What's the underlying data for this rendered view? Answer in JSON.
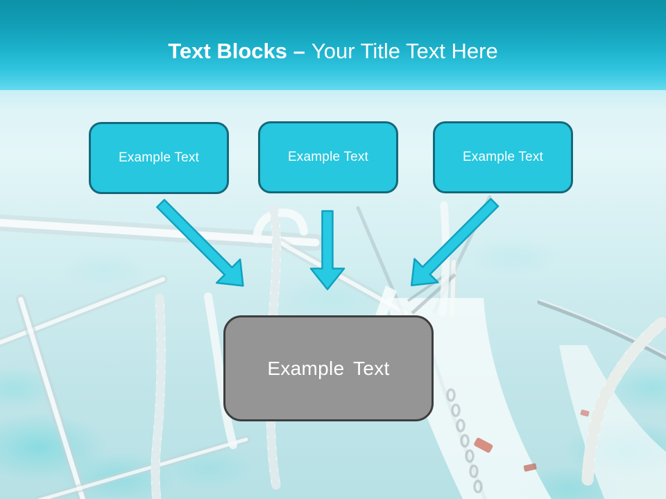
{
  "slide": {
    "title": {
      "bold": "Text Blocks –",
      "regular": "Your Title Text Here"
    },
    "text_blocks": [
      {
        "label": "Example Text"
      },
      {
        "label": "Example Text"
      },
      {
        "label": "Example Text"
      }
    ],
    "result_block": {
      "label": "Example Text"
    },
    "colors": {
      "accent_cyan": "#26c7df",
      "block_border_teal": "#15687a",
      "arrow_fill": "#28c9e2",
      "arrow_outline": "#10a1bf",
      "result_gray": "#959595",
      "result_border": "#3d3d3d",
      "title_text": "#ffffff",
      "header_gradient_top": "#0d91a7",
      "header_gradient_bottom": "#67daee"
    }
  }
}
